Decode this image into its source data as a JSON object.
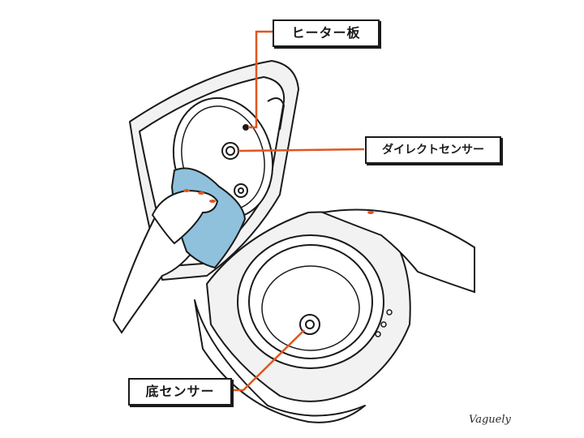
{
  "labels": {
    "heater_plate": "ヒーター板",
    "direct_sensor": "ダイレクトセンサー",
    "bottom_sensor": "底センサー"
  },
  "signature": "Vaguely",
  "colors": {
    "leader_line": "#e0561f",
    "cloth": "#8fc1dd",
    "outline": "#1a1a1a",
    "cooker_shade": "#f2f2f2"
  }
}
